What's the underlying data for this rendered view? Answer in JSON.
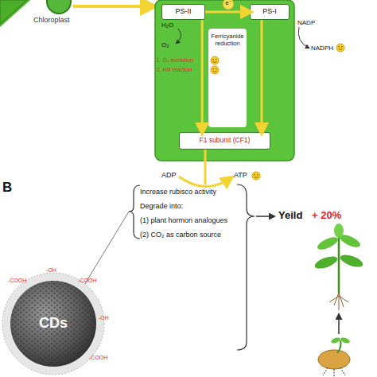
{
  "diagram": {
    "nodes": [
      {
        "text": [
          "PS-II"
        ]
      },
      {
        "text": [
          "PS-I"
        ]
      },
      {
        "text": [
          "F1 subunit (CF1)"
        ]
      },
      {
        "text": [
          "CDs"
        ]
      }
    ],
    "edges": [
      {
        "from": 0,
        "to": 1,
        "arrow": "to"
      },
      {
        "from": 0,
        "to": 2,
        "arrow": "to"
      },
      {
        "from": 1,
        "to": 2,
        "arrow": "to"
      }
    ],
    "labels": [
      "Chloroplast",
      "e⁻",
      "H₂O",
      "O₂",
      "1. O₂ evolution",
      "2. Hill reaction",
      "Ferricyanide reduction",
      "NADP",
      "NADPH",
      "ADP",
      "ATP",
      "B",
      "Increase rubisco activity",
      "Degrade into:",
      "(1) plant hormon analogues",
      "(2) CO₂ as carbon source",
      "Yeild",
      "+ 20%",
      "-COOH",
      "-OH",
      "-COOH",
      "-OH",
      "-COOH"
    ]
  }
}
